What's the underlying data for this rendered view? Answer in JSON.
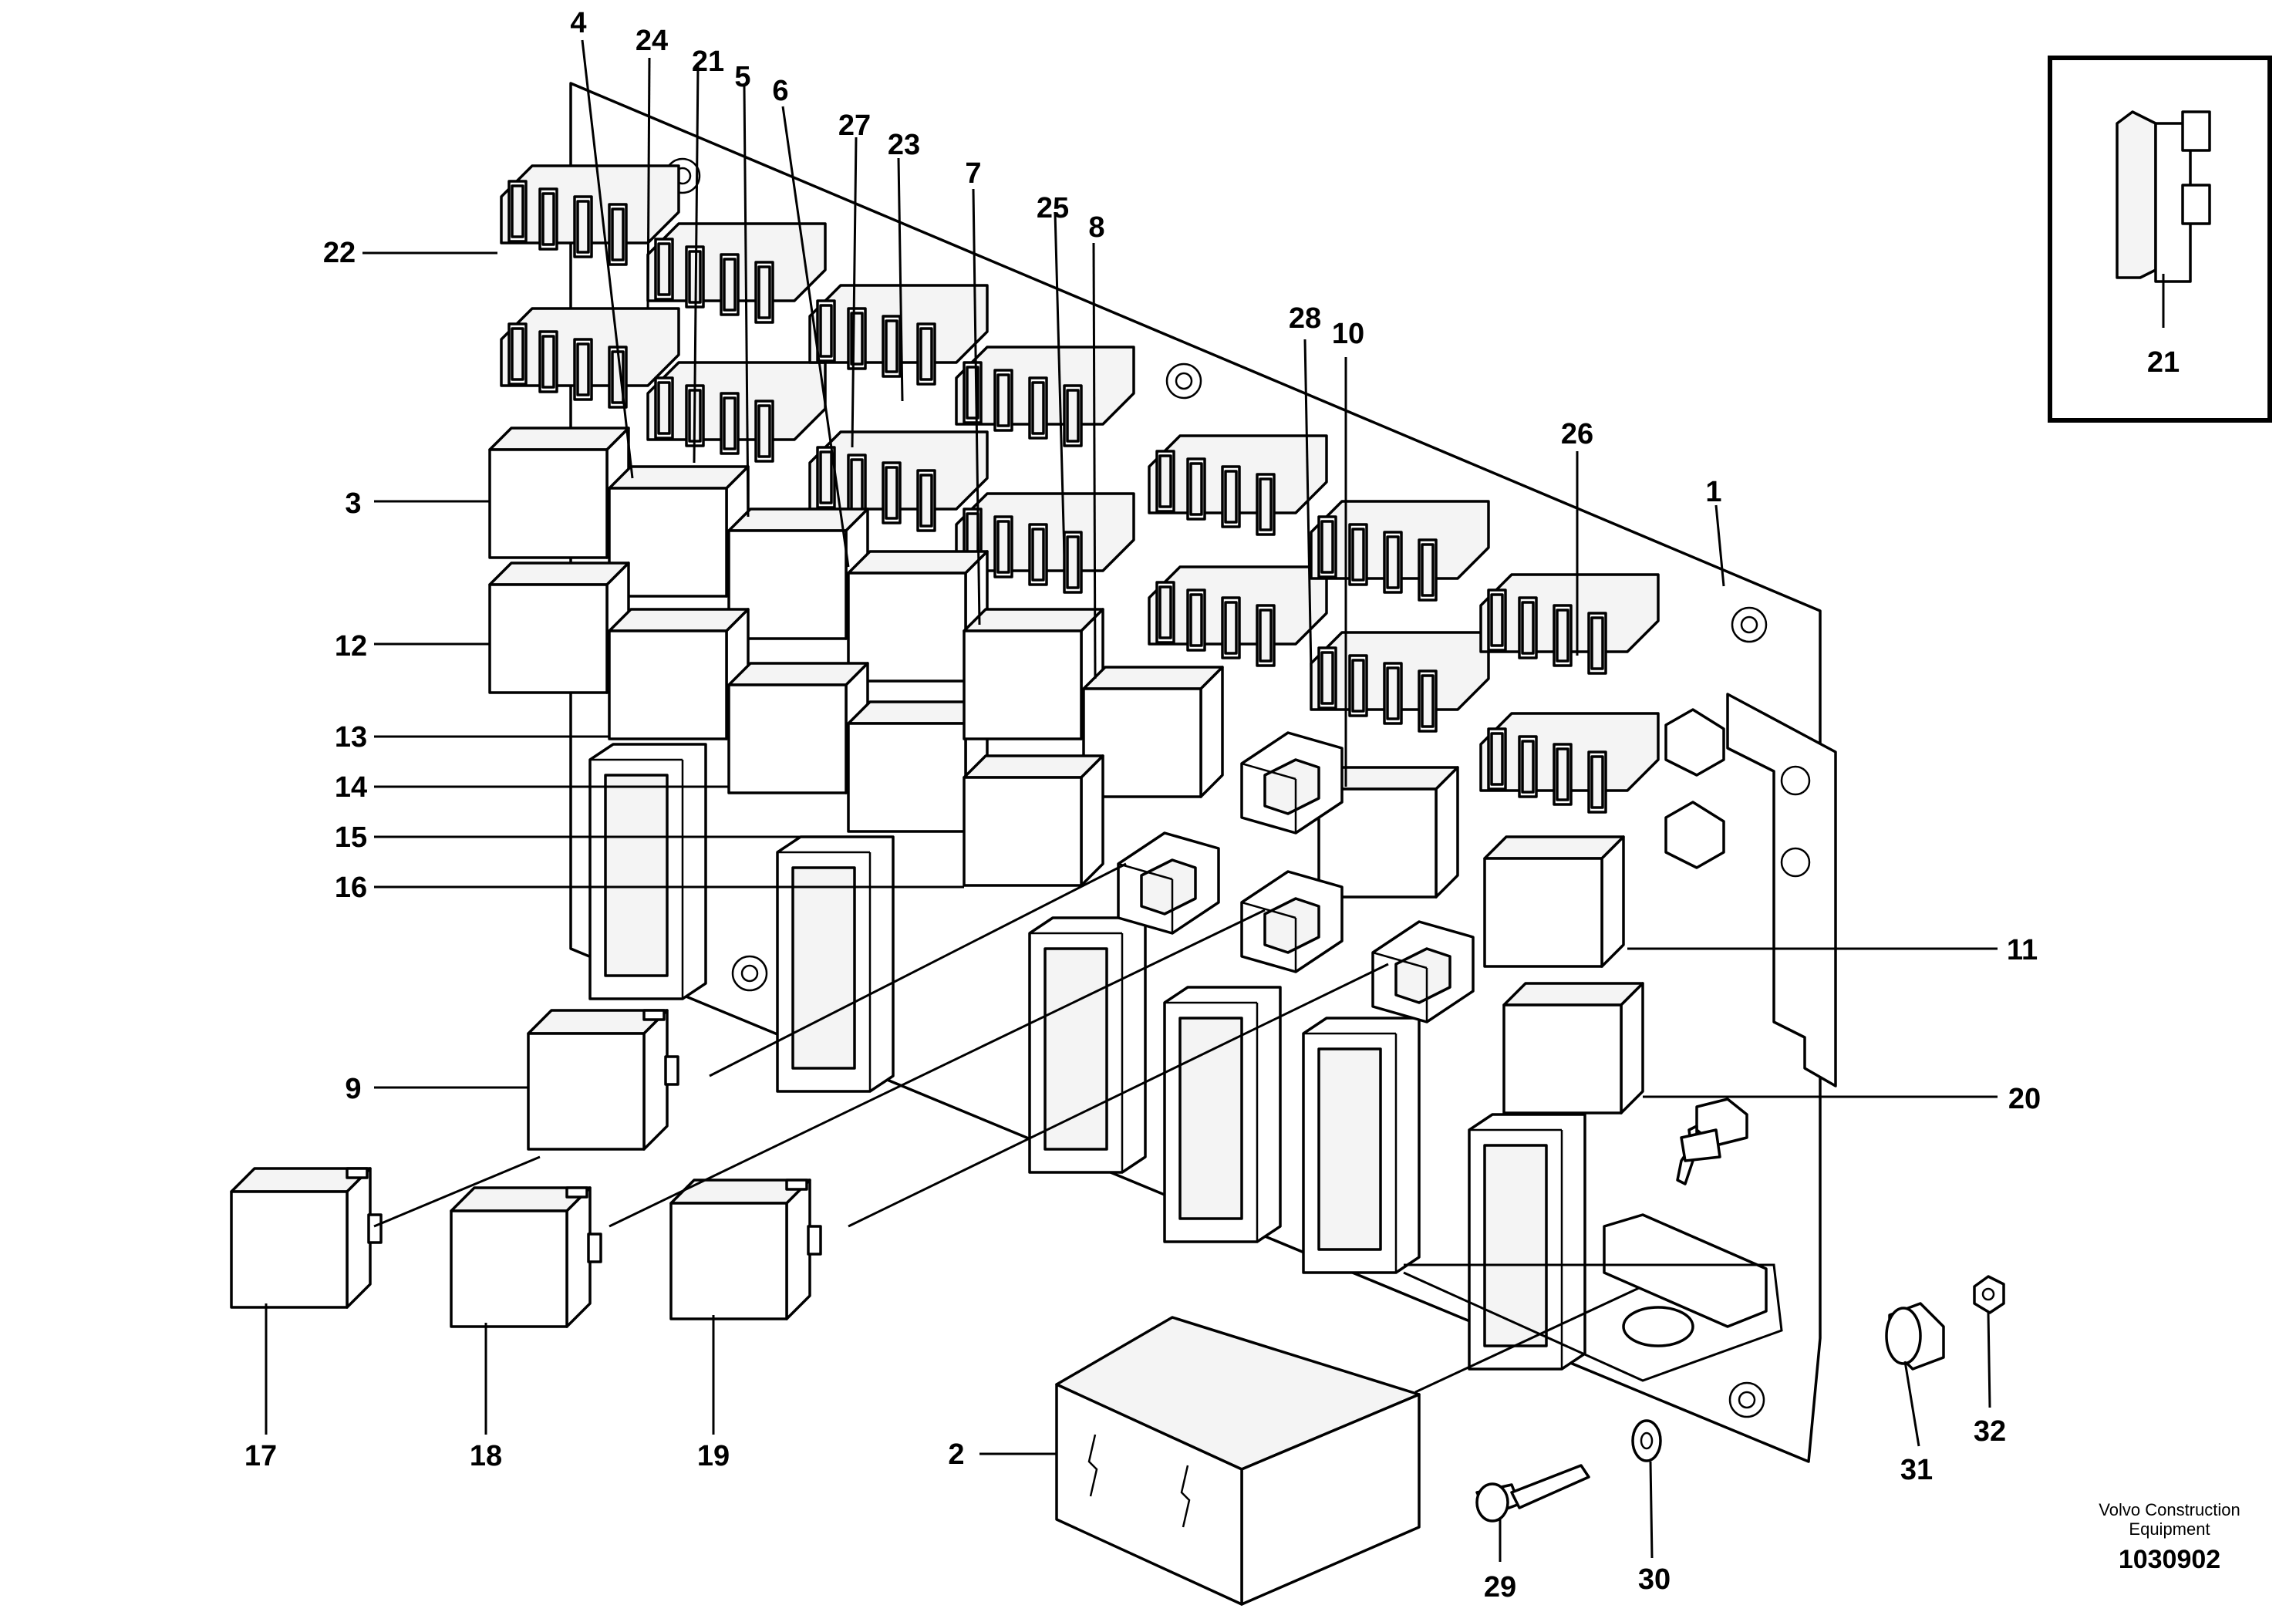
{
  "callouts": {
    "c1": "1",
    "c2": "2",
    "c3": "3",
    "c4": "4",
    "c5": "5",
    "c6": "6",
    "c7": "7",
    "c8": "8",
    "c9": "9",
    "c10": "10",
    "c11": "11",
    "c12": "12",
    "c13": "13",
    "c14": "14",
    "c15": "15",
    "c16": "16",
    "c17": "17",
    "c18": "18",
    "c19": "19",
    "c20": "20",
    "c21": "21",
    "c21b": "21",
    "c22": "22",
    "c23": "23",
    "c24": "24",
    "c25": "25",
    "c26": "26",
    "c27": "27",
    "c28": "28",
    "c29": "29",
    "c30": "30",
    "c31": "31",
    "c32": "32"
  },
  "footer": {
    "publisher_line1": "Volvo Construction",
    "publisher_line2": "Equipment",
    "drawing_number": "1030902"
  }
}
